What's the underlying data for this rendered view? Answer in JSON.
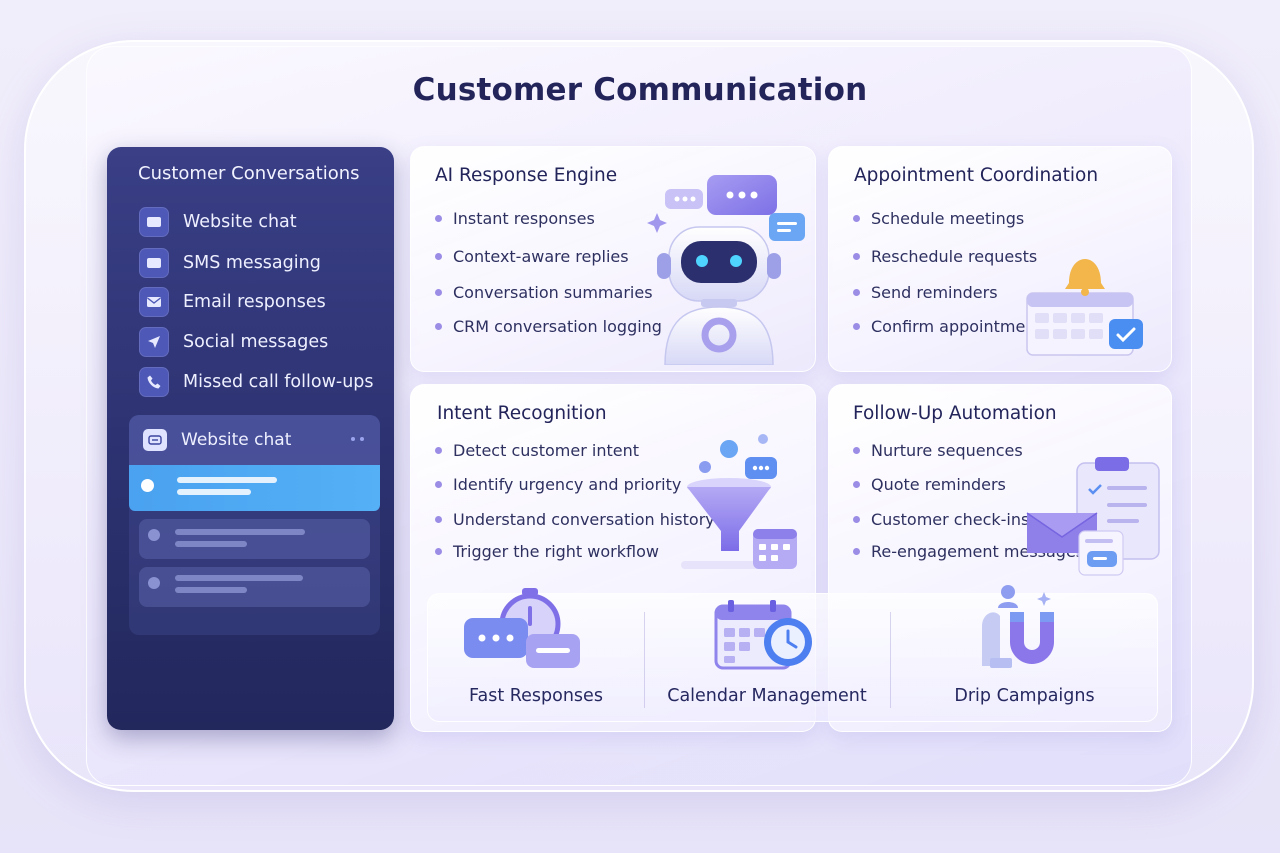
{
  "title": "Customer Communication",
  "sidebar": {
    "title": "Customer Conversations",
    "channels": [
      {
        "label": "Website chat",
        "icon": "chat-bubble-icon"
      },
      {
        "label": "SMS messaging",
        "icon": "sms-icon"
      },
      {
        "label": "Email responses",
        "icon": "envelope-icon"
      },
      {
        "label": "Social messages",
        "icon": "send-arrow-icon"
      },
      {
        "label": "Missed call follow-ups",
        "icon": "phone-icon"
      }
    ],
    "chat_panel": {
      "header": "Website chat",
      "icon": "chat-bubble-icon"
    }
  },
  "cards": {
    "ai_engine": {
      "title": "AI Response Engine",
      "items": [
        "Instant responses",
        "Context-aware replies",
        "Conversation summaries",
        "CRM conversation logging"
      ],
      "illustration": "robot-icon"
    },
    "appointment": {
      "title": "Appointment Coordination",
      "items": [
        "Schedule meetings",
        "Reschedule requests",
        "Send reminders",
        "Confirm appointments"
      ],
      "illustration": "calendar-bell-icon"
    },
    "intent": {
      "title": "Intent Recognition",
      "items": [
        "Detect customer intent",
        "Identify urgency and priority",
        "Understand conversation history",
        "Trigger the right workflow"
      ],
      "illustration": "funnel-icon"
    },
    "followup": {
      "title": "Follow-Up Automation",
      "items": [
        "Nurture sequences",
        "Quote reminders",
        "Customer check-ins",
        "Re-engagement messages"
      ],
      "illustration": "clipboard-envelope-icon"
    }
  },
  "features": [
    {
      "label": "Fast Responses",
      "icon": "stopwatch-chat-icon"
    },
    {
      "label": "Calendar Management",
      "icon": "calendar-clock-icon"
    },
    {
      "label": "Drip Campaigns",
      "icon": "magnet-icon"
    }
  ],
  "colors": {
    "sidebar": "#2e3474",
    "active_row": "#4aa2f0",
    "accent": "#7b6cf0",
    "bullet": "#9b8ce6",
    "title": "#23245a"
  }
}
